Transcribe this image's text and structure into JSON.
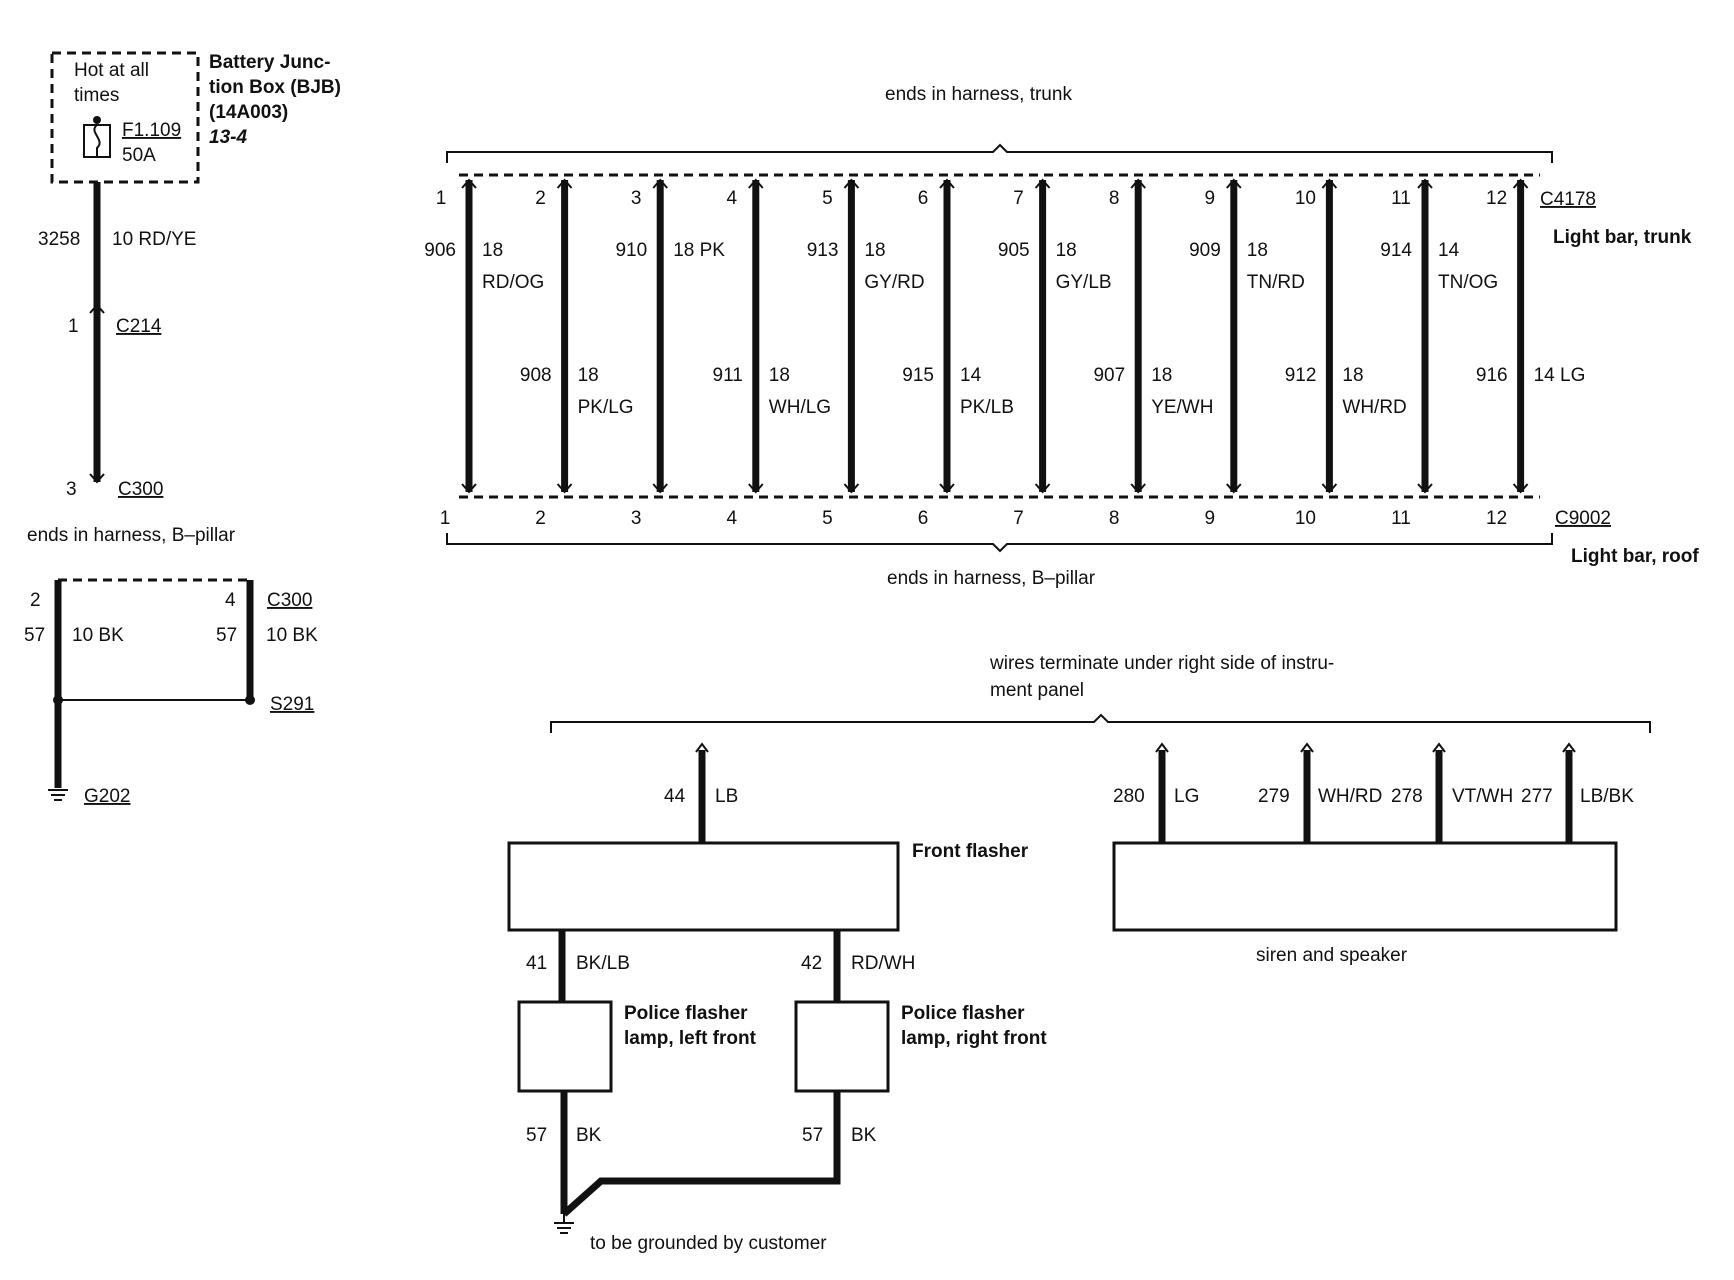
{
  "fuse_box": {
    "hot_label": [
      "Hot at all",
      "times"
    ],
    "name_lines": [
      "Battery Junc-",
      "tion Box (BJB)",
      "(14A003)"
    ],
    "page_ref": "13-4",
    "fuse_id": "F1.109",
    "fuse_rating": "50A"
  },
  "feed": {
    "circuit": "3258",
    "wire": "10 RD/YE",
    "c214_pin": "1",
    "c214": "C214",
    "c300_pin": "3",
    "c300": "C300",
    "note": "ends in harness, B–pillar"
  },
  "ground_loop": {
    "left_pin": "2",
    "right_pin": "4",
    "connector": "C300",
    "left_circuit": "57",
    "left_wire": "10 BK",
    "right_circuit": "57",
    "right_wire": "10 BK",
    "splice": "S291",
    "ground": "G202"
  },
  "light_bar": {
    "top_note": "ends in harness, trunk",
    "bottom_note": "ends in harness, B–pillar",
    "top_connector": "C4178",
    "top_connector_desc": "Light bar, trunk",
    "bottom_connector": "C9002",
    "bottom_connector_desc": "Light bar, roof",
    "pins": [
      "1",
      "2",
      "3",
      "4",
      "5",
      "6",
      "7",
      "8",
      "9",
      "10",
      "11",
      "12"
    ],
    "upper_wires": [
      {
        "circuit": "906",
        "gauge": "18",
        "color": "RD/OG"
      },
      {
        "circuit": "910",
        "gauge": "18 PK",
        "color": ""
      },
      {
        "circuit": "913",
        "gauge": "18",
        "color": "GY/RD"
      },
      {
        "circuit": "905",
        "gauge": "18",
        "color": "GY/LB"
      },
      {
        "circuit": "909",
        "gauge": "18",
        "color": "TN/RD"
      },
      {
        "circuit": "914",
        "gauge": "14",
        "color": "TN/OG"
      }
    ],
    "lower_wires": [
      {
        "circuit": "908",
        "gauge": "18",
        "color": "PK/LG"
      },
      {
        "circuit": "911",
        "gauge": "18",
        "color": "WH/LG"
      },
      {
        "circuit": "915",
        "gauge": "14",
        "color": "PK/LB"
      },
      {
        "circuit": "907",
        "gauge": "18",
        "color": "YE/WH"
      },
      {
        "circuit": "912",
        "gauge": "18",
        "color": "WH/RD"
      },
      {
        "circuit": "916",
        "gauge": "14 LG",
        "color": ""
      }
    ]
  },
  "instrument_panel": {
    "note_lines": [
      "wires terminate under right side of instru-",
      "ment panel"
    ],
    "flasher_feed": {
      "circuit": "44",
      "color": "LB"
    },
    "siren_feeds": [
      {
        "circuit": "280",
        "color": "LG"
      },
      {
        "circuit": "279",
        "color": "WH/RD"
      },
      {
        "circuit": "278",
        "color": "VT/WH"
      },
      {
        "circuit": "277",
        "color": "LB/BK"
      }
    ]
  },
  "front_flasher": {
    "label": "Front flasher",
    "left_out": {
      "circuit": "41",
      "color": "BK/LB"
    },
    "right_out": {
      "circuit": "42",
      "color": "RD/WH"
    }
  },
  "siren": {
    "label": "siren and speaker"
  },
  "lamps": {
    "left_label": [
      "Police flasher",
      "lamp, left front"
    ],
    "right_label": [
      "Police flasher",
      "lamp, right front"
    ],
    "left_ground": {
      "circuit": "57",
      "color": "BK"
    },
    "right_ground": {
      "circuit": "57",
      "color": "BK"
    },
    "ground_note": "to be grounded by customer"
  }
}
